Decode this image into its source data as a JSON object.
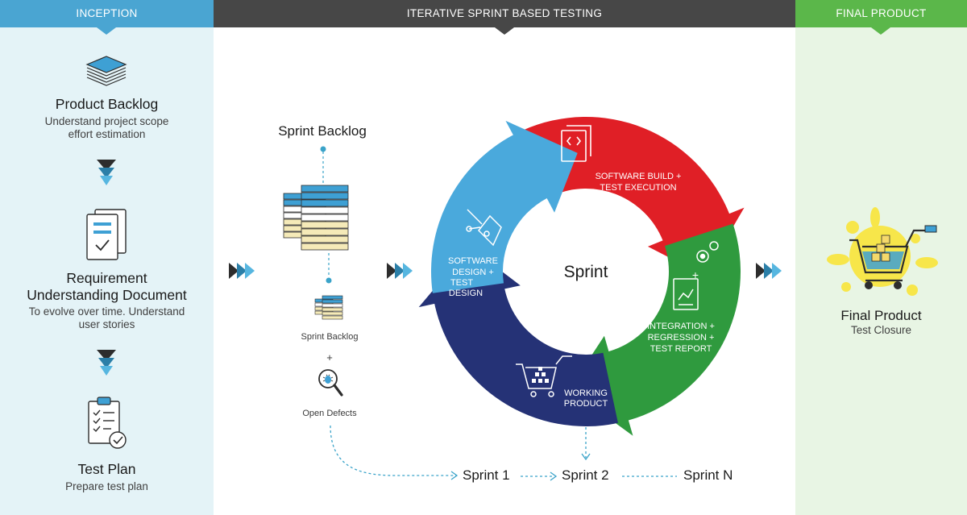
{
  "headers": {
    "inception": "INCEPTION",
    "iterative": "ITERATIVE SPRINT BASED TESTING",
    "final": "FINAL PRODUCT"
  },
  "inception": {
    "product_backlog": {
      "title": "Product Backlog",
      "desc_line1": "Understand project scope",
      "desc_line2": "effort estimation",
      "icon": "stacked-papers-icon"
    },
    "requirement": {
      "title_line1": "Requirement",
      "title_line2": "Understanding Document",
      "desc_line1": "To evolve over time. Understand",
      "desc_line2": "user stories",
      "icon": "document-checklist-icon"
    },
    "test_plan": {
      "title": "Test Plan",
      "desc": "Prepare test plan",
      "icon": "clipboard-check-icon"
    }
  },
  "sprint_backlog": {
    "title": "Sprint Backlog",
    "small_label": "Sprint Backlog",
    "plus": "+",
    "defects_label": "Open Defects",
    "icons": [
      "backlog-stack-icon",
      "bug-magnifier-icon"
    ]
  },
  "cycle": {
    "center": "Sprint",
    "segments": [
      {
        "key": "build",
        "line1": "SOFTWARE BUILD +",
        "line2": "TEST EXECUTION",
        "color": "#e01f26",
        "icon": "code-file-icon"
      },
      {
        "key": "integration",
        "line1": "INTEGRATION +",
        "line2": "REGRESSION +",
        "line3": "TEST REPORT",
        "color": "#2f9a3e",
        "icon": "gears-report-icon"
      },
      {
        "key": "working",
        "line1": "WORKING",
        "line2": "PRODUCT",
        "color": "#253276",
        "icon": "shopping-cart-icon"
      },
      {
        "key": "design",
        "line1": "SOFTWARE",
        "line2": "DESIGN +",
        "line3": "TEST",
        "line4": "DESIGN",
        "color": "#4aa9dc",
        "icon": "pen-nib-icon"
      }
    ],
    "plus": "+"
  },
  "sprint_steps": [
    "Sprint 1",
    "Sprint 2",
    "Sprint N"
  ],
  "final": {
    "title": "Final Product",
    "desc": "Test Closure",
    "icon": "cart-with-splash-icon"
  },
  "colors": {
    "blue": "#4aa5d2",
    "dark": "#474747",
    "green": "#5bb74a",
    "red": "#e01f26",
    "navy": "#253276",
    "teal": "#3aa3c9"
  }
}
